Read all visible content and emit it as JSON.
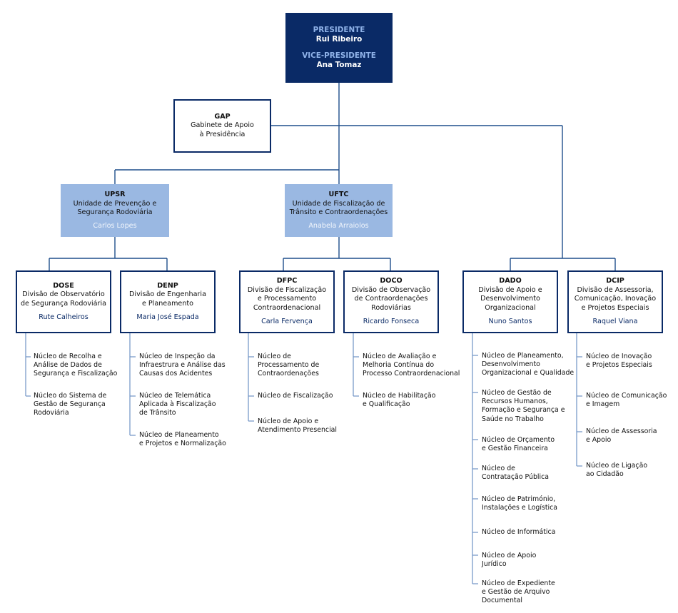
{
  "presidency": {
    "president_role": "PRESIDENTE",
    "president_name": "Rui Ribeiro",
    "vice_role": "VICE-PRESIDENTE",
    "vice_name": "Ana Tomaz"
  },
  "gap": {
    "code": "GAP",
    "lines": [
      "Gabinete de Apoio",
      "à Presidência"
    ]
  },
  "units": [
    {
      "code": "UPSR",
      "lines": [
        "Unidade de Prevenção e",
        "Segurança Rodoviária"
      ],
      "person": "Carlos Lopes"
    },
    {
      "code": "UFTC",
      "lines": [
        "Unidade de Fiscalização de",
        "Trânsito e Contraordenações"
      ],
      "person": "Anabela Arraiolos"
    }
  ],
  "divisions": [
    {
      "code": "DOSE",
      "lines": [
        "Divisão de Observatório",
        "de Segurança Rodoviária"
      ],
      "person": "Rute Calheiros",
      "nucleos": [
        [
          "Núcleo de Recolha e",
          "Análise de Dados de",
          "Segurança e Fiscalização"
        ],
        [
          "Núcleo do Sistema de",
          "Gestão de Segurança",
          "Rodoviária"
        ]
      ]
    },
    {
      "code": "DENP",
      "lines": [
        "Divisão de Engenharia",
        "e Planeamento"
      ],
      "person": "Maria José Espada",
      "nucleos": [
        [
          "Núcleo de Inspeção da",
          "Infraestrura e Análise das",
          "Causas dos Acidentes"
        ],
        [
          "Núcleo de Telemática",
          "Aplicada à Fiscalização",
          "de Trânsito"
        ],
        [
          "Núcleo de Planeamento",
          "e Projetos e Normalização"
        ]
      ]
    },
    {
      "code": "DFPC",
      "lines": [
        "Divisão de Fiscalização",
        "e Processamento",
        "Contraordenacional"
      ],
      "person": "Carla Fervença",
      "nucleos": [
        [
          "Núcleo de",
          "Processamento de",
          "Contraordenações"
        ],
        [
          "Núcleo de Fiscalização"
        ],
        [
          "Núcleo de Apoio e",
          "Atendimento Presencial"
        ]
      ]
    },
    {
      "code": "DOCO",
      "lines": [
        "Divisão de Observação",
        "de Contraordenações",
        "Rodoviárias"
      ],
      "person": "Ricardo Fonseca",
      "nucleos": [
        [
          "Núcleo de Avaliação e",
          "Melhoria Contínua do",
          "Processo Contraordenacional"
        ],
        [
          "Núcleo de Habilitação",
          "e Qualificação"
        ]
      ]
    },
    {
      "code": "DADO",
      "lines": [
        "Divisão de Apoio e",
        "Desenvolvimento",
        "Organizacional"
      ],
      "person": "Nuno Santos",
      "nucleos": [
        [
          "Núcleo de Planeamento,",
          "Desenvolvimento",
          "Organizacional e Qualidade"
        ],
        [
          "Núcleo de Gestão de",
          "Recursos Humanos,",
          "Formação e Segurança e",
          "Saúde no Trabalho"
        ],
        [
          "Núcleo de Orçamento",
          "e Gestão Financeira"
        ],
        [
          "Núcleo de",
          "Contratação Pública"
        ],
        [
          "Núcleo de Património,",
          "Instalações e Logística"
        ],
        [
          "Núcleo de Informática"
        ],
        [
          "Núcleo de Apoio",
          "Jurídico"
        ],
        [
          "Núcleo de Expediente",
          "e Gestão de Arquivo",
          "Documental"
        ]
      ]
    },
    {
      "code": "DCIP",
      "lines": [
        "Divisão de Assessoria,",
        "Comunicação, Inovação",
        "e Projetos Especiais"
      ],
      "person": "Raquel Viana",
      "nucleos": [
        [
          "Núcleo de Inovação",
          "e Projetos Especiais"
        ],
        [
          "Núcleo de Comunicação",
          "e Imagem"
        ],
        [
          "Núcleo de Assessoria",
          "e Apoio"
        ],
        [
          "Núcleo de Ligação",
          "ao Cidadão"
        ]
      ]
    }
  ],
  "colors": {
    "navy": "#0a2a66",
    "unit_fill": "#9ab8e2",
    "connector": "#1f4e8c",
    "nucleo_line": "#6f93c4"
  }
}
